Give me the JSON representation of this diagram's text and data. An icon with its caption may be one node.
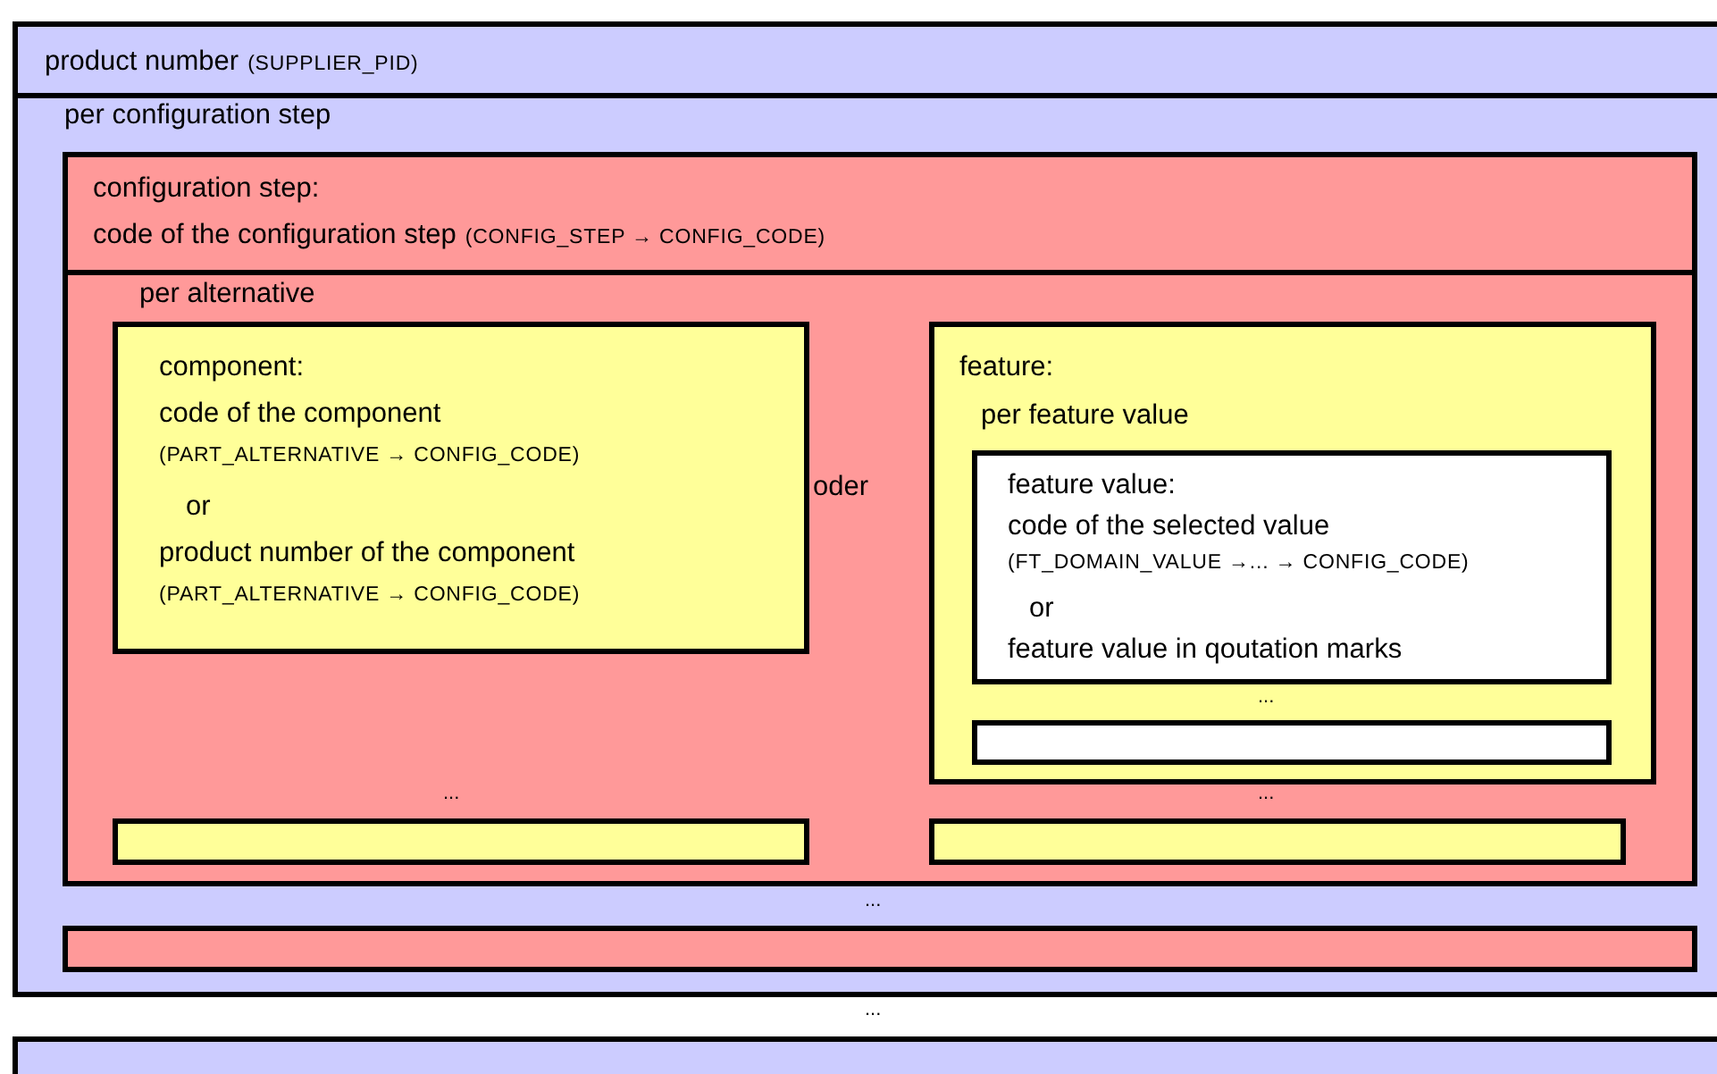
{
  "diagram": {
    "nodes": [
      {
        "text": [
          "product number",
          "(SUPPLIER_PID)"
        ]
      },
      {
        "text": [
          "per configuration step"
        ],
        "in": 0
      },
      {
        "text": [
          "configuration step:",
          "code of the configuration step",
          "(CONFIG_STEP → CONFIG_CODE)"
        ],
        "in": 1
      },
      {
        "text": [
          "per alternative"
        ],
        "in": 2
      },
      {
        "text": [
          "component:",
          "code of the component",
          "(PART_ALTERNATIVE → CONFIG_CODE)",
          "or",
          "product number of the component",
          "(PART_ALTERNATIVE → CONFIG_CODE)"
        ],
        "in": 3
      },
      {
        "text": [
          "feature:",
          "per feature value"
        ],
        "in": 3
      },
      {
        "text": [
          "feature value:",
          "code of the selected value",
          "(FT_DOMAIN_VALUE →... → CONFIG_CODE)",
          "or",
          "feature value in qoutation marks"
        ],
        "in": 5
      },
      {
        "text": [],
        "shape": "box",
        "in": 5
      },
      {
        "text": [],
        "shape": "box",
        "in": 3
      },
      {
        "text": [],
        "shape": "box",
        "in": 3
      },
      {
        "text": [],
        "shape": "box",
        "in": 1
      },
      {
        "text": [],
        "shape": "box"
      }
    ],
    "labels": [
      "oder",
      "...",
      "...",
      "...",
      "...",
      "..."
    ]
  }
}
